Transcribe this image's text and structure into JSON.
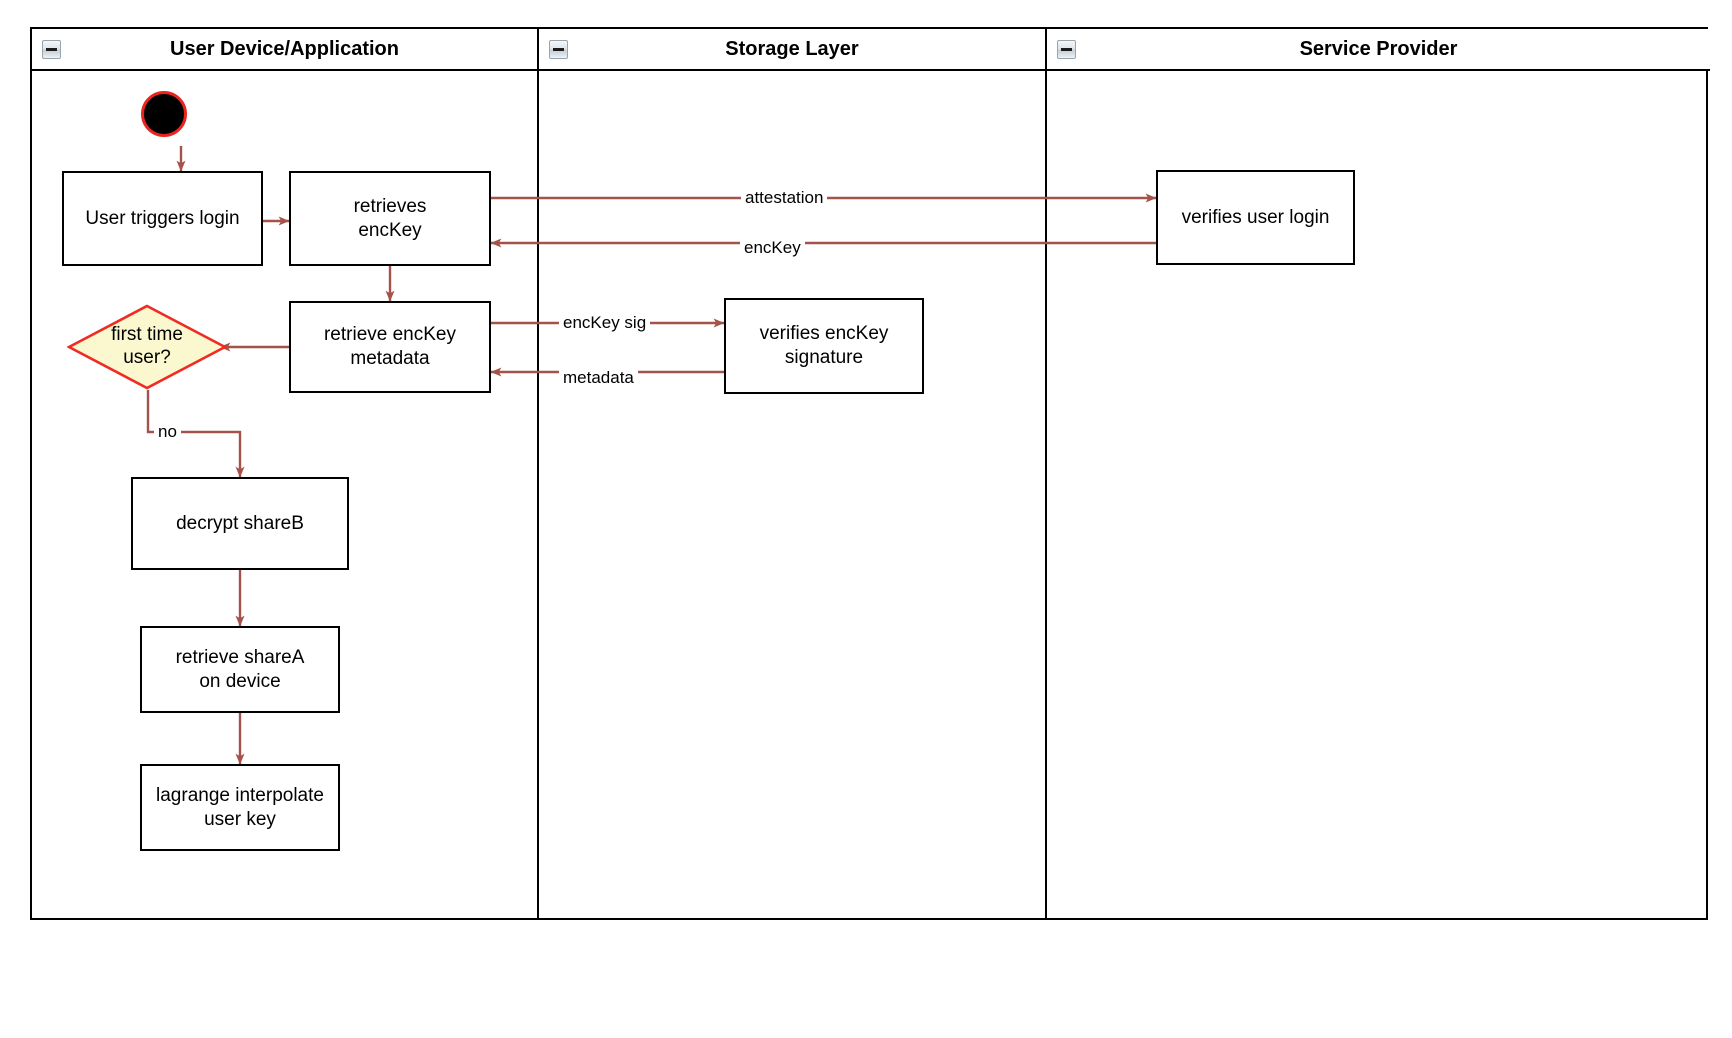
{
  "diagram": {
    "type": "activity-swimlane",
    "accent_arrow_color": "#a5524a",
    "decision_fill": "#fbf8d0",
    "decision_stroke": "#ef2b23",
    "start_fill": "#000000",
    "start_stroke": "#e8251f",
    "node_stroke": "#000000",
    "background": "#ffffff"
  },
  "lanes": [
    {
      "id": "user-device",
      "title": "User Device/Application",
      "collapse_icon": "minus-box-icon"
    },
    {
      "id": "storage-layer",
      "title": "Storage Layer",
      "collapse_icon": "minus-box-icon"
    },
    {
      "id": "service-provider",
      "title": "Service Provider",
      "collapse_icon": "minus-box-icon"
    }
  ],
  "nodes": [
    {
      "id": "start",
      "lane": "user-device",
      "shape": "start-circle",
      "label": ""
    },
    {
      "id": "user-triggers-login",
      "lane": "user-device",
      "shape": "rect",
      "label": "User triggers login"
    },
    {
      "id": "retrieves-enckey",
      "lane": "user-device",
      "shape": "rect",
      "label_line1": "retrieves",
      "label_line2": "encKey"
    },
    {
      "id": "retrieve-enckey-metadata",
      "lane": "user-device",
      "shape": "rect",
      "label_line1": "retrieve encKey",
      "label_line2": "metadata"
    },
    {
      "id": "first-time-user",
      "lane": "user-device",
      "shape": "diamond",
      "label_line1": "first time",
      "label_line2": "user?"
    },
    {
      "id": "decrypt-shareb",
      "lane": "user-device",
      "shape": "rect",
      "label": "decrypt shareB"
    },
    {
      "id": "retrieve-sharea-on-device",
      "lane": "user-device",
      "shape": "rect",
      "label_line1": "retrieve shareA",
      "label_line2": "on device"
    },
    {
      "id": "lagrange-interpolate-user-key",
      "lane": "user-device",
      "shape": "rect",
      "label_line1": "lagrange interpolate",
      "label_line2": "user key"
    },
    {
      "id": "verifies-enckey-signature",
      "lane": "storage-layer",
      "shape": "rect",
      "label_line1": "verifies encKey",
      "label_line2": "signature"
    },
    {
      "id": "verifies-user-login",
      "lane": "service-provider",
      "shape": "rect",
      "label": "verifies user login"
    }
  ],
  "edges": [
    {
      "id": "start-to-login",
      "from": "start",
      "to": "user-triggers-login",
      "label": ""
    },
    {
      "id": "login-to-retrieves",
      "from": "user-triggers-login",
      "to": "retrieves-enckey",
      "label": ""
    },
    {
      "id": "retrieves-to-sp",
      "from": "retrieves-enckey",
      "to": "verifies-user-login",
      "label": "attestation"
    },
    {
      "id": "sp-to-retrieves",
      "from": "verifies-user-login",
      "to": "retrieves-enckey",
      "label": "encKey"
    },
    {
      "id": "retrieves-to-metadata",
      "from": "retrieves-enckey",
      "to": "retrieve-enckey-metadata",
      "label": ""
    },
    {
      "id": "metadata-to-verifier",
      "from": "retrieve-enckey-metadata",
      "to": "verifies-enckey-signature",
      "label": "encKey sig"
    },
    {
      "id": "verifier-to-metadata",
      "from": "verifies-enckey-signature",
      "to": "retrieve-enckey-metadata",
      "label": "metadata"
    },
    {
      "id": "metadata-to-decision",
      "from": "retrieve-enckey-metadata",
      "to": "first-time-user",
      "label": ""
    },
    {
      "id": "decision-to-decrypt",
      "from": "first-time-user",
      "to": "decrypt-shareb",
      "label": "no"
    },
    {
      "id": "decrypt-to-retrieve-sharea",
      "from": "decrypt-shareb",
      "to": "retrieve-sharea-on-device",
      "label": ""
    },
    {
      "id": "sharea-to-lagrange",
      "from": "retrieve-sharea-on-device",
      "to": "lagrange-interpolate-user-key",
      "label": ""
    }
  ]
}
